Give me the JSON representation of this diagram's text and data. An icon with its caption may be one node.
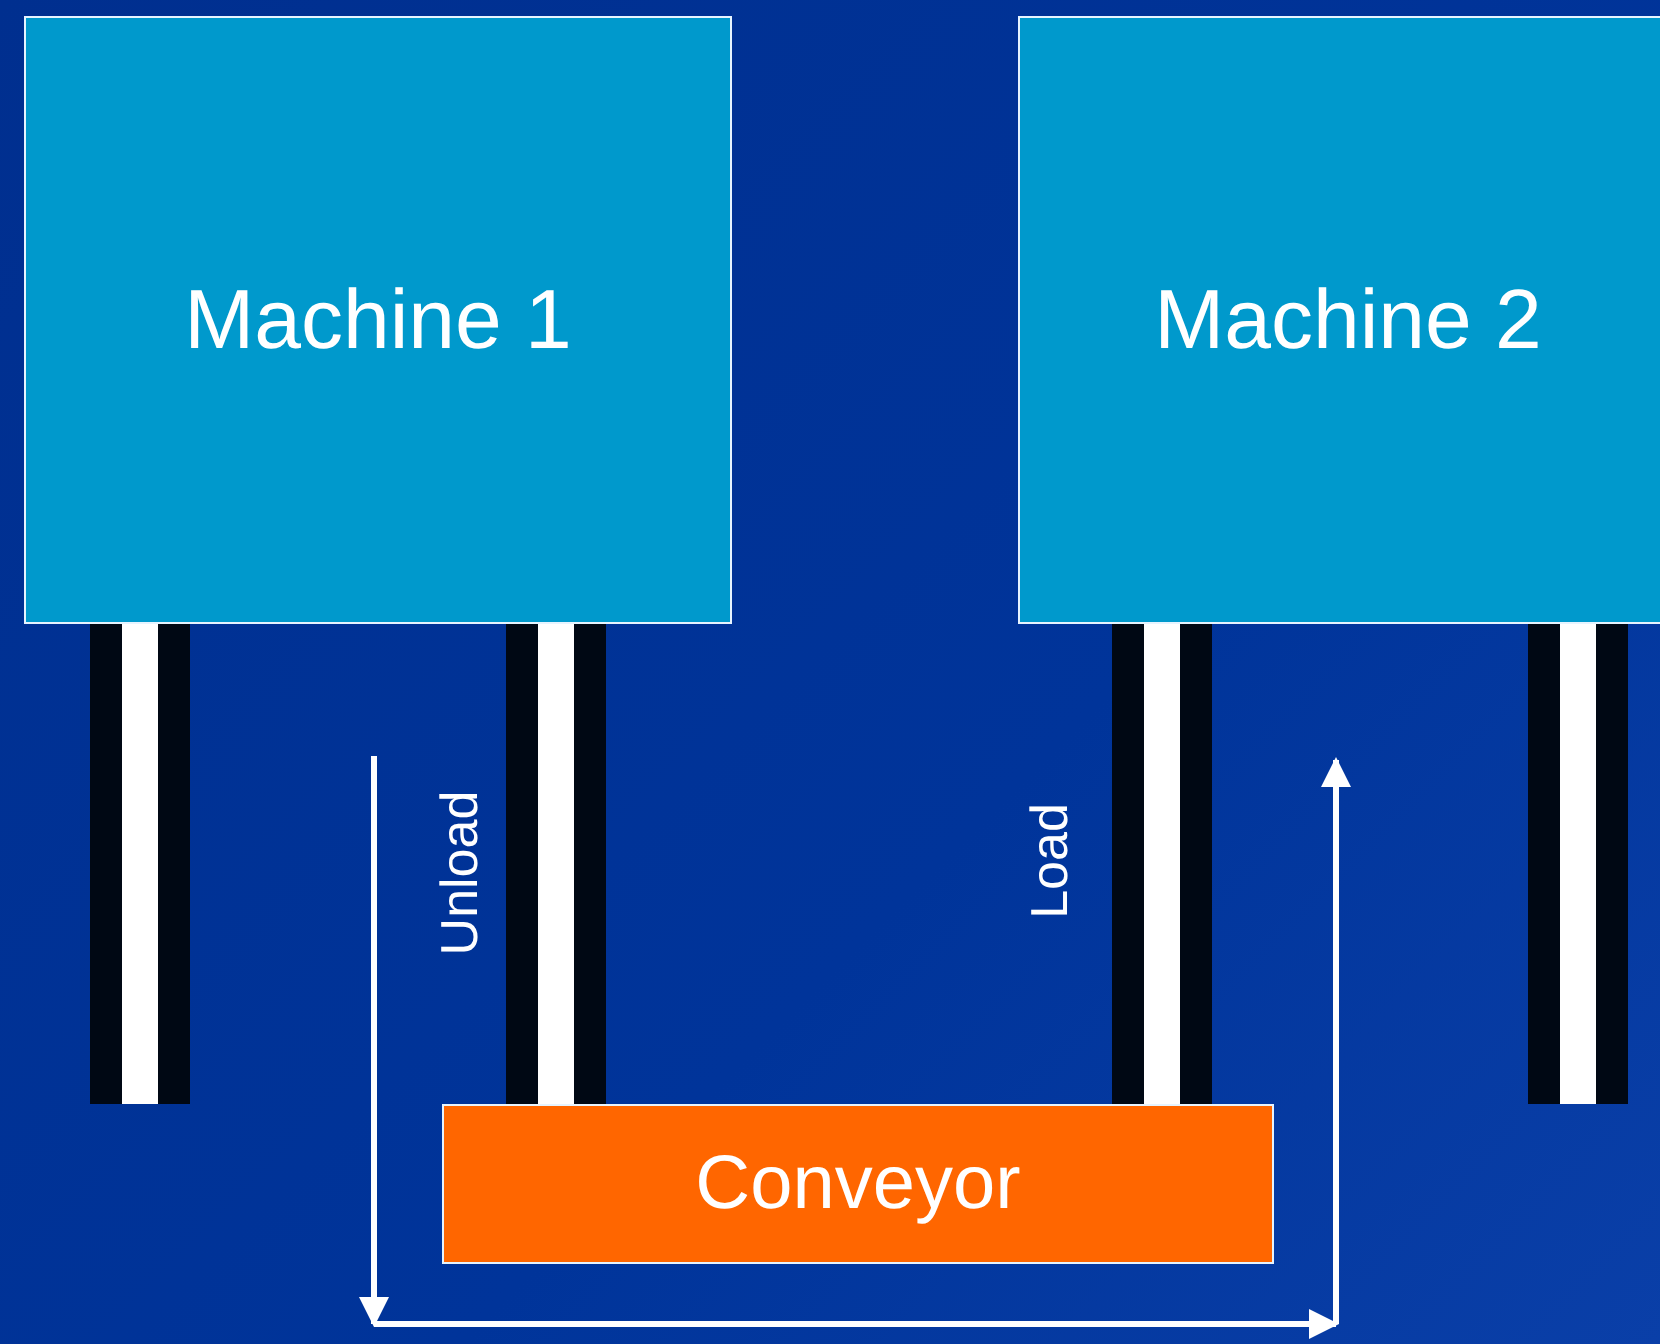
{
  "diagram": {
    "nodes": [
      {
        "text": [
          "Machine 1"
        ]
      },
      {
        "text": [
          "Machine 2"
        ]
      },
      {
        "text": [
          "Conveyor"
        ]
      }
    ],
    "labels": [
      "Unload",
      "Load"
    ]
  }
}
